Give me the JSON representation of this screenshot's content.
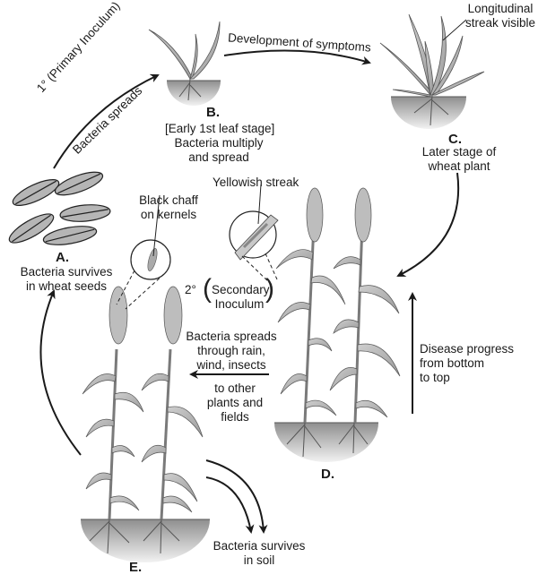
{
  "diagram": {
    "title": "Disease cycle of bacterial leaf streak / black chaff of wheat",
    "stages": [
      {
        "id": "A",
        "letter": "A.",
        "lines": [
          "Bacteria survives",
          "in wheat seeds"
        ]
      },
      {
        "id": "B",
        "letter": "B.",
        "lines": [
          "[Early 1st leaf stage]",
          "Bacteria multiply",
          "and spread"
        ]
      },
      {
        "id": "C",
        "letter": "C.",
        "lines": [
          "Later stage of",
          "wheat plant"
        ]
      },
      {
        "id": "D",
        "letter": "D.",
        "lines": []
      },
      {
        "id": "E",
        "letter": "E.",
        "lines": []
      }
    ],
    "arrows": {
      "a_to_b": {
        "line1": "1° (Primary Inoculum)",
        "line2": "Bacteria spreads"
      },
      "b_to_c": {
        "label": "Development of symptoms"
      },
      "d_progress": {
        "lines": [
          "Disease progress",
          "from bottom",
          "to top"
        ]
      },
      "d_to_e": {
        "above": [
          "Bacteria spreads",
          "through rain,",
          "wind, insects"
        ],
        "below": [
          "to other",
          "plants and",
          "fields"
        ]
      },
      "e_to_soil": {
        "lines": [
          "Bacteria survives",
          "in soil"
        ]
      }
    },
    "callouts": {
      "longitudinal_streak": [
        "Longitudinal",
        "streak visible"
      ],
      "yellowish_streak": "Yellowish streak",
      "black_chaff": [
        "Black chaff",
        "on kernels"
      ],
      "secondary_inoculum": {
        "prefix": "2°",
        "lines": [
          "Secondary",
          "Inoculum"
        ]
      }
    }
  }
}
